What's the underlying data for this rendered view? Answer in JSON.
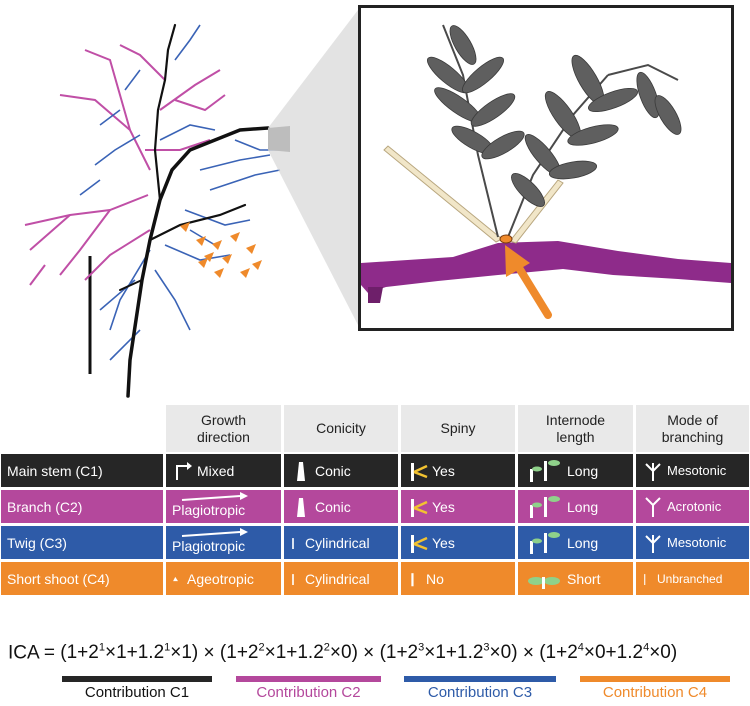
{
  "colors": {
    "c1": "#262626",
    "c2": "#b4489c",
    "c3": "#2e5ba8",
    "c4": "#ef8a2b",
    "header": "#e9e9e9",
    "inset_purple": "#8e2b8a"
  },
  "illustration": {
    "tree_icon": "tree-illustration",
    "inset_icon": "acacia-twig-closeup",
    "arrow_icon": "orange-arrow-icon"
  },
  "table": {
    "headers": [
      "Growth direction",
      "Conicity",
      "Spiny",
      "Internode length",
      "Mode of branching"
    ],
    "rows": [
      {
        "label": "Main stem (C1)",
        "growth": "Mixed",
        "conicity": "Conic",
        "spiny": "Yes",
        "internode": "Long",
        "branching": "Mesotonic"
      },
      {
        "label": "Branch (C2)",
        "growth": "Plagiotropic",
        "conicity": "Conic",
        "spiny": "Yes",
        "internode": "Long",
        "branching": "Acrotonic"
      },
      {
        "label": "Twig (C3)",
        "growth": "Plagiotropic",
        "conicity": "Cylindrical",
        "spiny": "Yes",
        "internode": "Long",
        "branching": "Mesotonic"
      },
      {
        "label": "Short shoot (C4)",
        "growth": "Ageotropic",
        "conicity": "Cylindrical",
        "spiny": "No",
        "internode": "Short",
        "branching": "Unbranched"
      }
    ]
  },
  "formula": {
    "prefix": "ICA = ",
    "terms": [
      {
        "open": "(1+2",
        "e1": "1",
        "m1": "×1+1.2",
        "e2": "1",
        "m2": "×1)"
      },
      {
        "open": "(1+2",
        "e1": "2",
        "m1": "×1+1.2",
        "e2": "2",
        "m2": "×0)"
      },
      {
        "open": "(1+2",
        "e1": "3",
        "m1": "×1+1.2",
        "e2": "3",
        "m2": "×0)"
      },
      {
        "open": "(1+2",
        "e1": "4",
        "m1": "×0+1.2",
        "e2": "4",
        "m2": "×0)"
      }
    ],
    "times": " × "
  },
  "contributions": [
    "Contribution C1",
    "Contribution C2",
    "Contribution C3",
    "Contribution C4"
  ]
}
